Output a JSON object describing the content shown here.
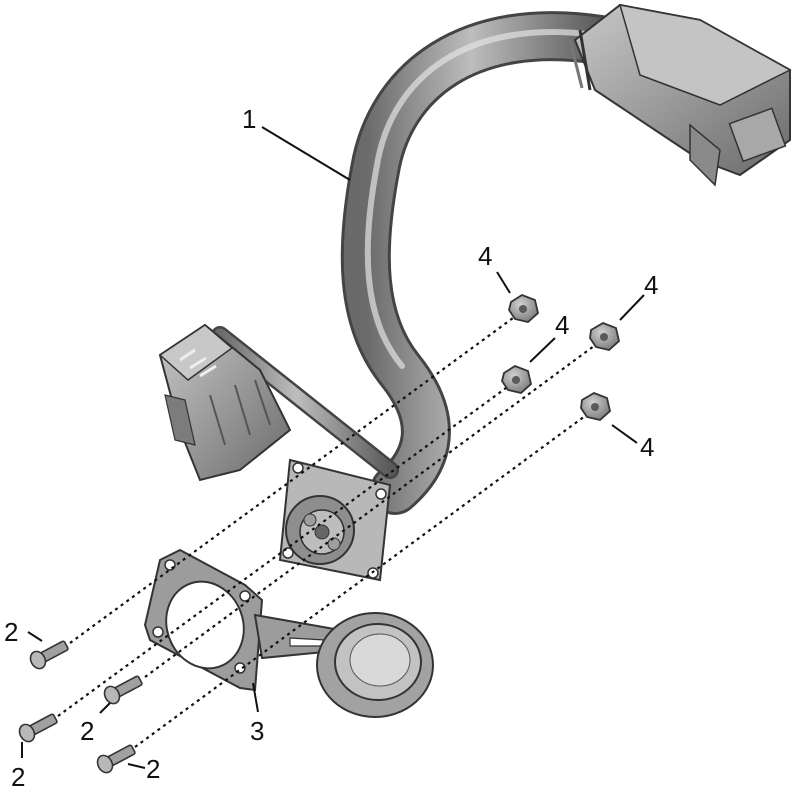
{
  "callouts": {
    "part_1": "1",
    "part_2a": "2",
    "part_2b": "2",
    "part_2c": "2",
    "part_2d": "2",
    "part_3": "3",
    "part_4a": "4",
    "part_4b": "4",
    "part_4c": "4",
    "part_4d": "4"
  },
  "colors": {
    "part_fill": "#9a9a9a",
    "part_shade": "#6e6e6e",
    "part_highlight": "#d2d2d2",
    "line": "#111111"
  }
}
